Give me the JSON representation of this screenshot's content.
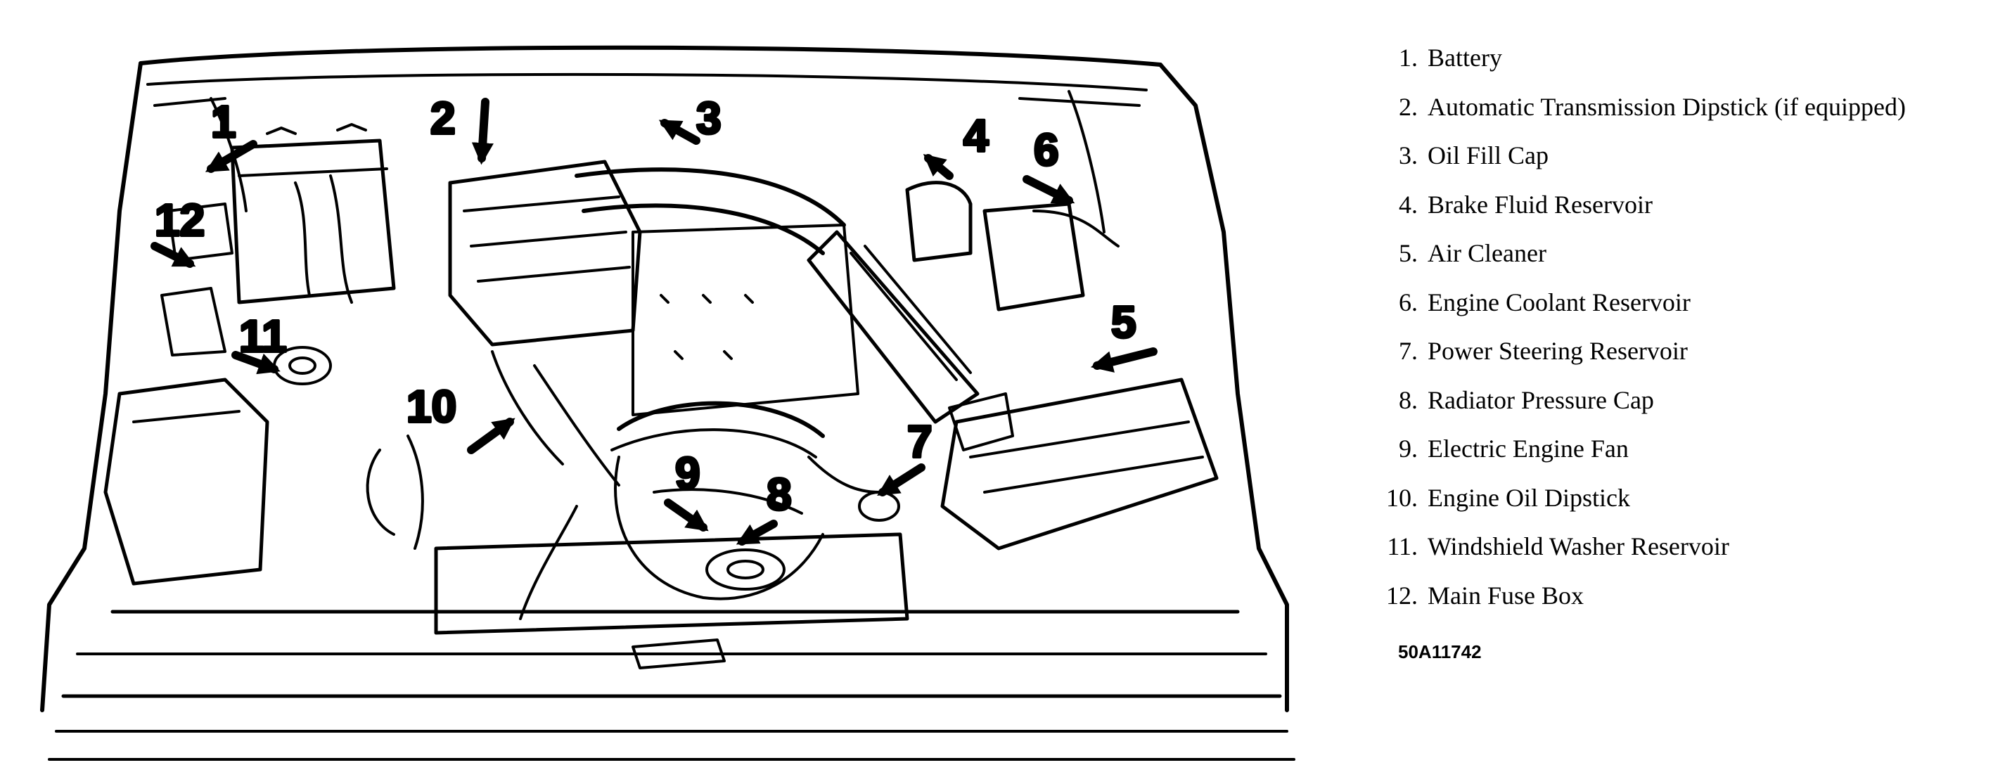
{
  "callouts": [
    "1",
    "2",
    "3",
    "4",
    "5",
    "6",
    "7",
    "8",
    "9",
    "10",
    "11",
    "12"
  ],
  "legend": [
    {
      "num": "1.",
      "label": "Battery"
    },
    {
      "num": "2.",
      "label": "Automatic Transmission Dipstick (if equipped)"
    },
    {
      "num": "3.",
      "label": "Oil Fill Cap"
    },
    {
      "num": "4.",
      "label": "Brake Fluid Reservoir"
    },
    {
      "num": "5.",
      "label": "Air Cleaner"
    },
    {
      "num": "6.",
      "label": "Engine Coolant Reservoir"
    },
    {
      "num": "7.",
      "label": "Power Steering Reservoir"
    },
    {
      "num": "8.",
      "label": "Radiator Pressure Cap"
    },
    {
      "num": "9.",
      "label": "Electric Engine Fan"
    },
    {
      "num": "10.",
      "label": "Engine Oil Dipstick"
    },
    {
      "num": "11.",
      "label": "Windshield Washer Reservoir"
    },
    {
      "num": "12.",
      "label": "Main Fuse Box"
    }
  ],
  "figure_id": "50A11742"
}
